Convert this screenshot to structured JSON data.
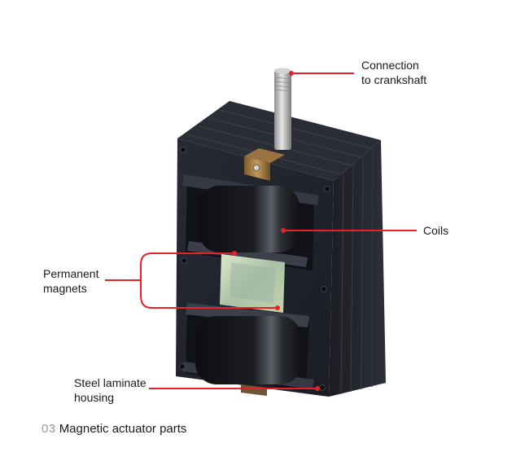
{
  "labels": {
    "connection_line1": "Connection",
    "connection_line2": "to crankshaft",
    "coils": "Coils",
    "magnets_line1": "Permanent",
    "magnets_line2": "magnets",
    "housing_line1": "Steel laminate",
    "housing_line2": "housing"
  },
  "caption": {
    "number": "03",
    "text": "Magnetic actuator parts"
  },
  "colors": {
    "leader_line": "#e3222b",
    "housing": "#1c1f27",
    "coil": "#121418",
    "magnet": "#b7c9a9"
  }
}
